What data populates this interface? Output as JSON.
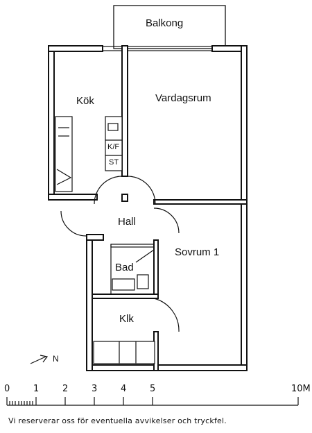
{
  "rooms": {
    "balcony": "Balkong",
    "kitchen": "Kök",
    "living_room": "Vardagsrum",
    "hall": "Hall",
    "bedroom": "Sovrum 1",
    "bathroom": "Bad",
    "closet": "Klk"
  },
  "fixtures": {
    "fridge_freezer": "K/F",
    "stove": "ST"
  },
  "north_label": "N",
  "scale": {
    "ticks": [
      "0",
      "1",
      "2",
      "3",
      "4",
      "5"
    ],
    "end_label": "10M"
  },
  "disclaimer": "Vi reserverar oss för eventuella avvikelser och tryckfel."
}
